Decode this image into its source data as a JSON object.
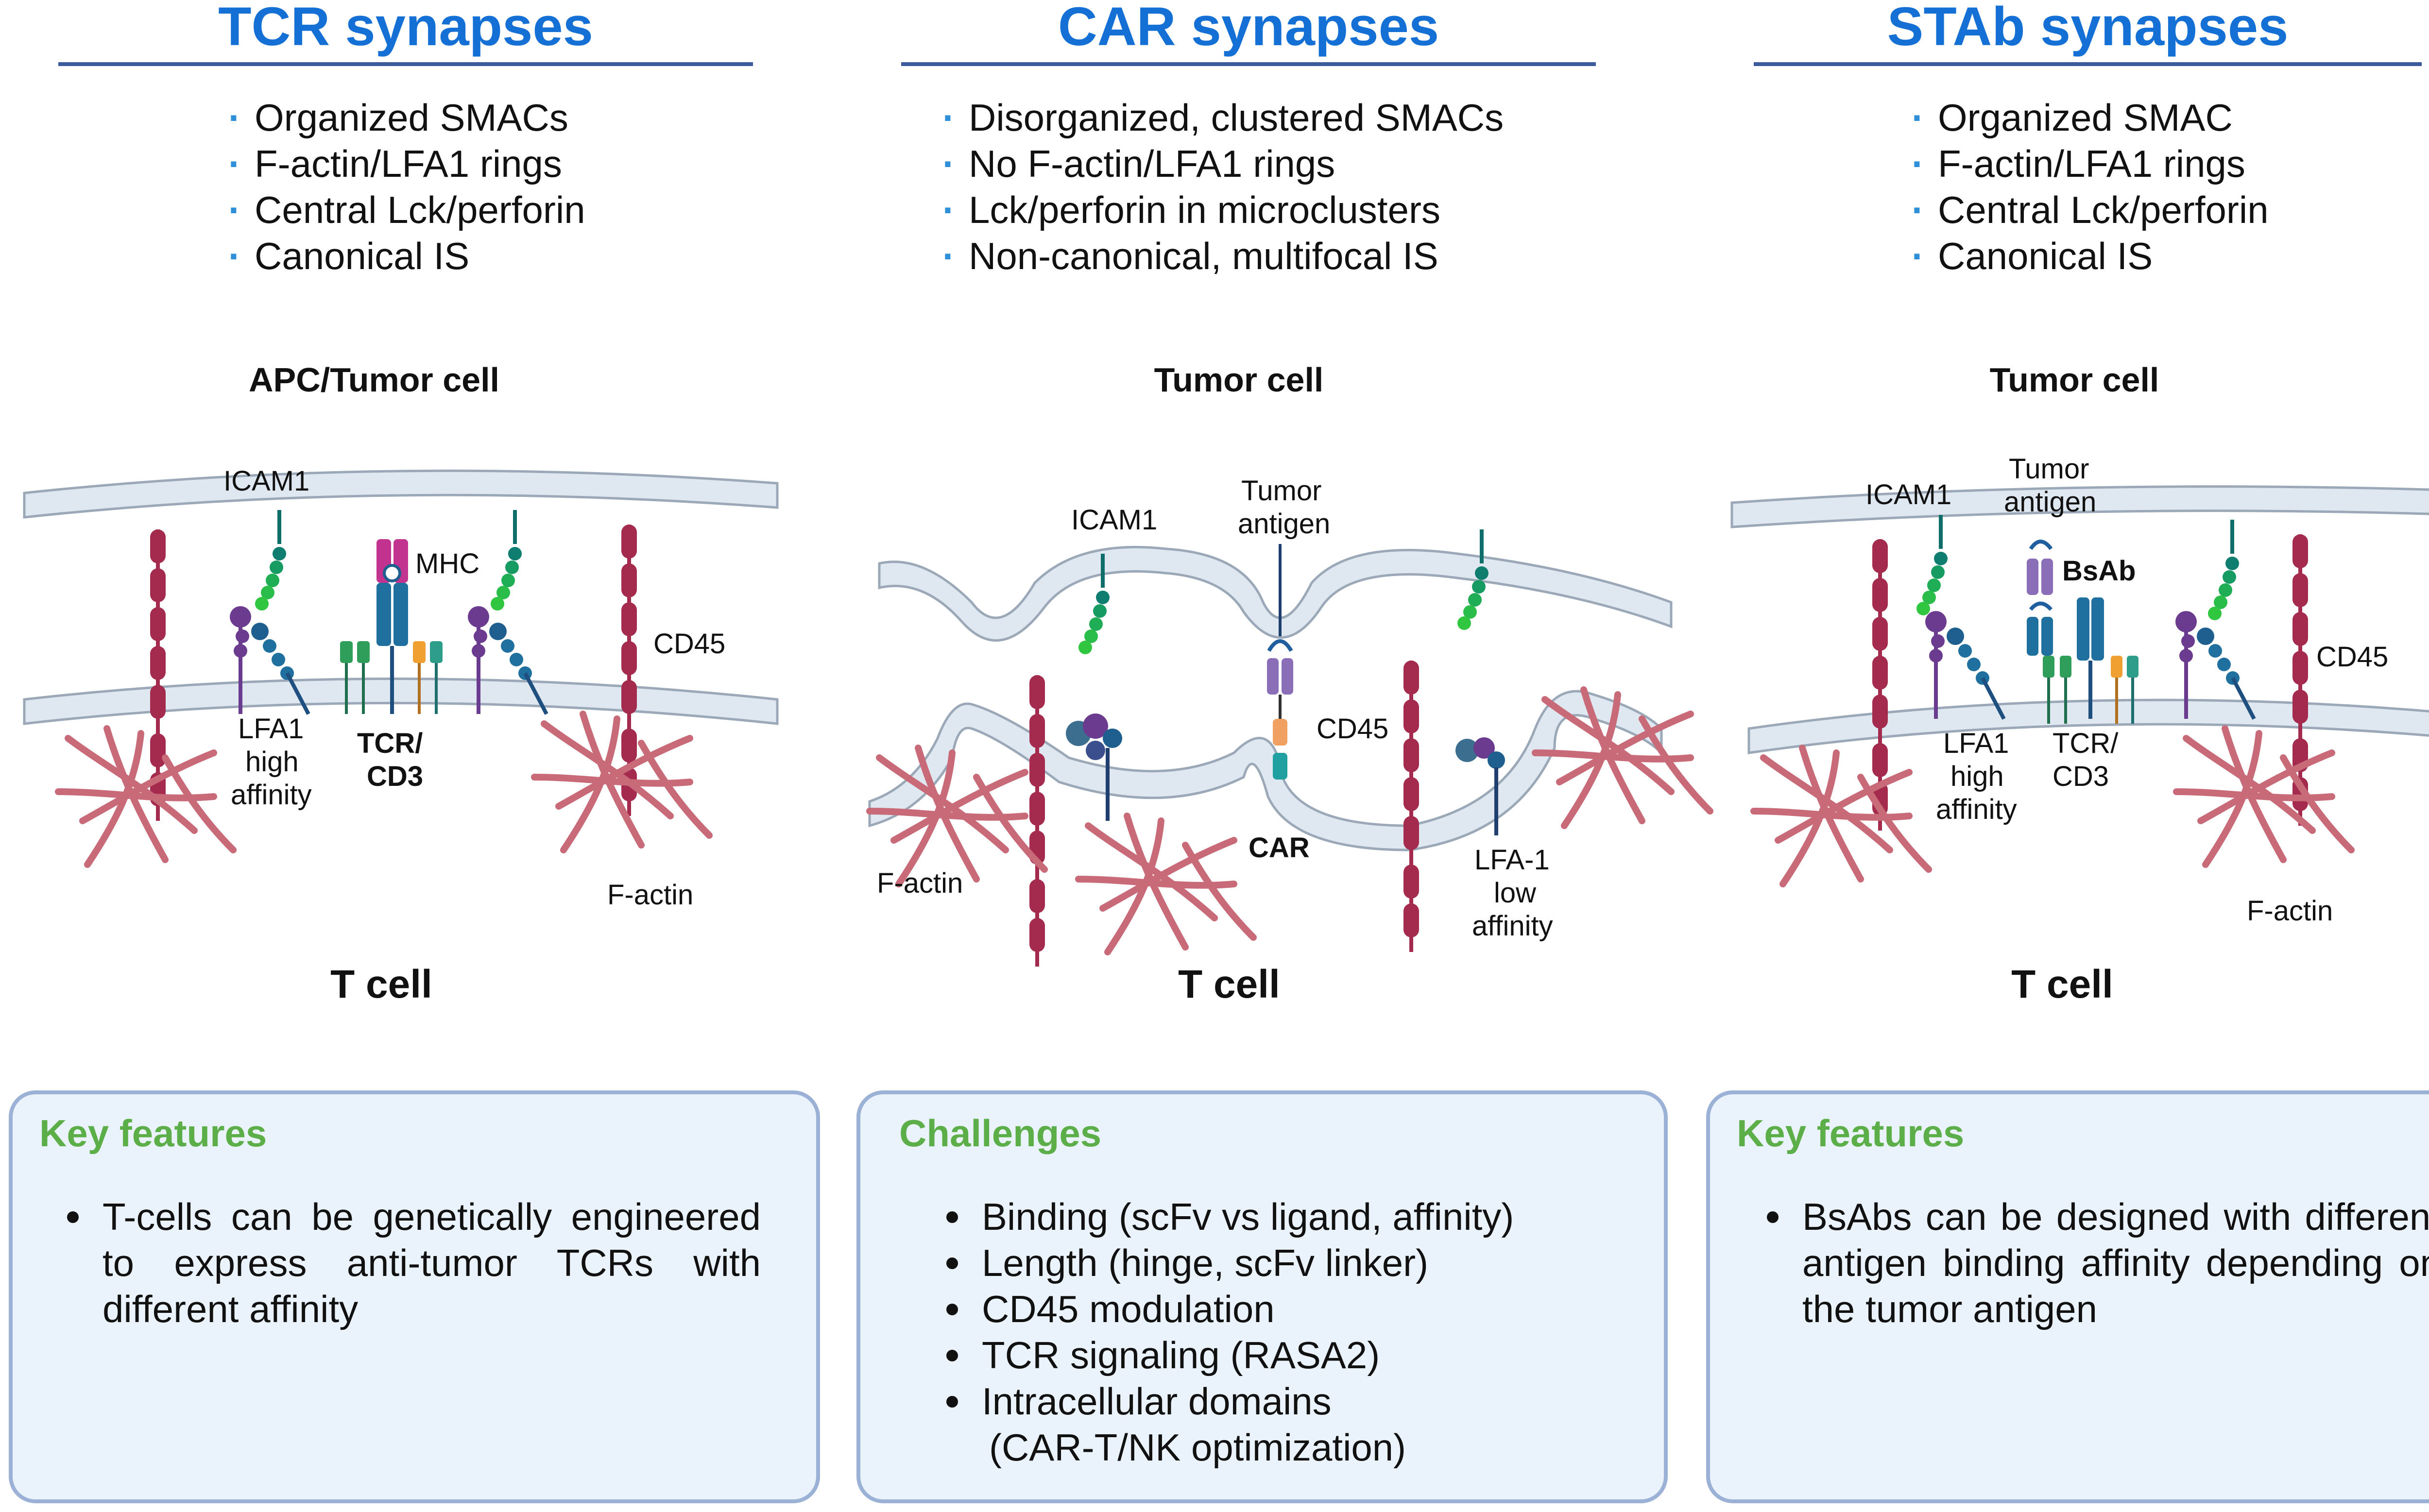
{
  "panels": [
    {
      "title": "TCR synapses",
      "bullets": [
        "Organized SMACs",
        "F-actin/LFA1 rings",
        "Central Lck/perforin",
        "Canonical IS"
      ],
      "top_cell": "APC/Tumor cell",
      "bottom_cell": "T cell",
      "labels": {
        "icam1": "ICAM1",
        "mhc": "MHC",
        "cd45": "CD45",
        "lfa1": [
          "LFA1",
          "high",
          "affinity"
        ],
        "tcr": [
          "TCR/",
          "CD3"
        ],
        "factin": "F-actin"
      },
      "box": {
        "title": "Key features",
        "items": [
          "T-cells can be genetically engineered to express anti-tumor TCRs with different affinity"
        ]
      }
    },
    {
      "title": "CAR synapses",
      "bullets": [
        "Disorganized, clustered SMACs",
        "No F-actin/LFA1 rings",
        "Lck/perforin in microclusters",
        "Non-canonical, multifocal IS"
      ],
      "top_cell": "Tumor cell",
      "bottom_cell": "T cell",
      "labels": {
        "icam1": "ICAM1",
        "tumor_antigen": [
          "Tumor",
          "antigen"
        ],
        "cd45": "CD45",
        "car": "CAR",
        "factin": "F-actin",
        "lfa1": [
          "LFA-1",
          "low",
          "affinity"
        ]
      },
      "box": {
        "title": "Challenges",
        "items": [
          "Binding (scFv vs ligand, affinity)",
          "Length (hinge, scFv linker)",
          "CD45 modulation",
          "TCR signaling (RASA2)",
          "Intracellular domains",
          " (CAR-T/NK optimization)"
        ]
      }
    },
    {
      "title": "STAb synapses",
      "bullets": [
        "Organized SMAC",
        "F-actin/LFA1 rings",
        "Central Lck/perforin",
        "Canonical IS"
      ],
      "top_cell": "Tumor cell",
      "bottom_cell": "T cell",
      "labels": {
        "icam1": "ICAM1",
        "tumor_antigen": [
          "Tumor",
          "antigen"
        ],
        "bsab": "BsAb",
        "cd45": "CD45",
        "lfa1": [
          "LFA1",
          "high",
          "affinity"
        ],
        "tcr": [
          "TCR/",
          "CD3"
        ],
        "factin": "F-actin"
      },
      "box": {
        "title": "Key features",
        "items": [
          "BsAbs can be designed with different antigen binding affinity depending on the tumor antigen"
        ]
      }
    }
  ],
  "colors": {
    "title": "#1570d6",
    "rule": "#3d5a9a",
    "box_title": "#5cae48",
    "box_border": "#9bb1d6",
    "box_fill": "#eaf2fb",
    "cd45": "#a52b4e",
    "factin": "#c96a78",
    "membrane": "#dfe7f0"
  }
}
